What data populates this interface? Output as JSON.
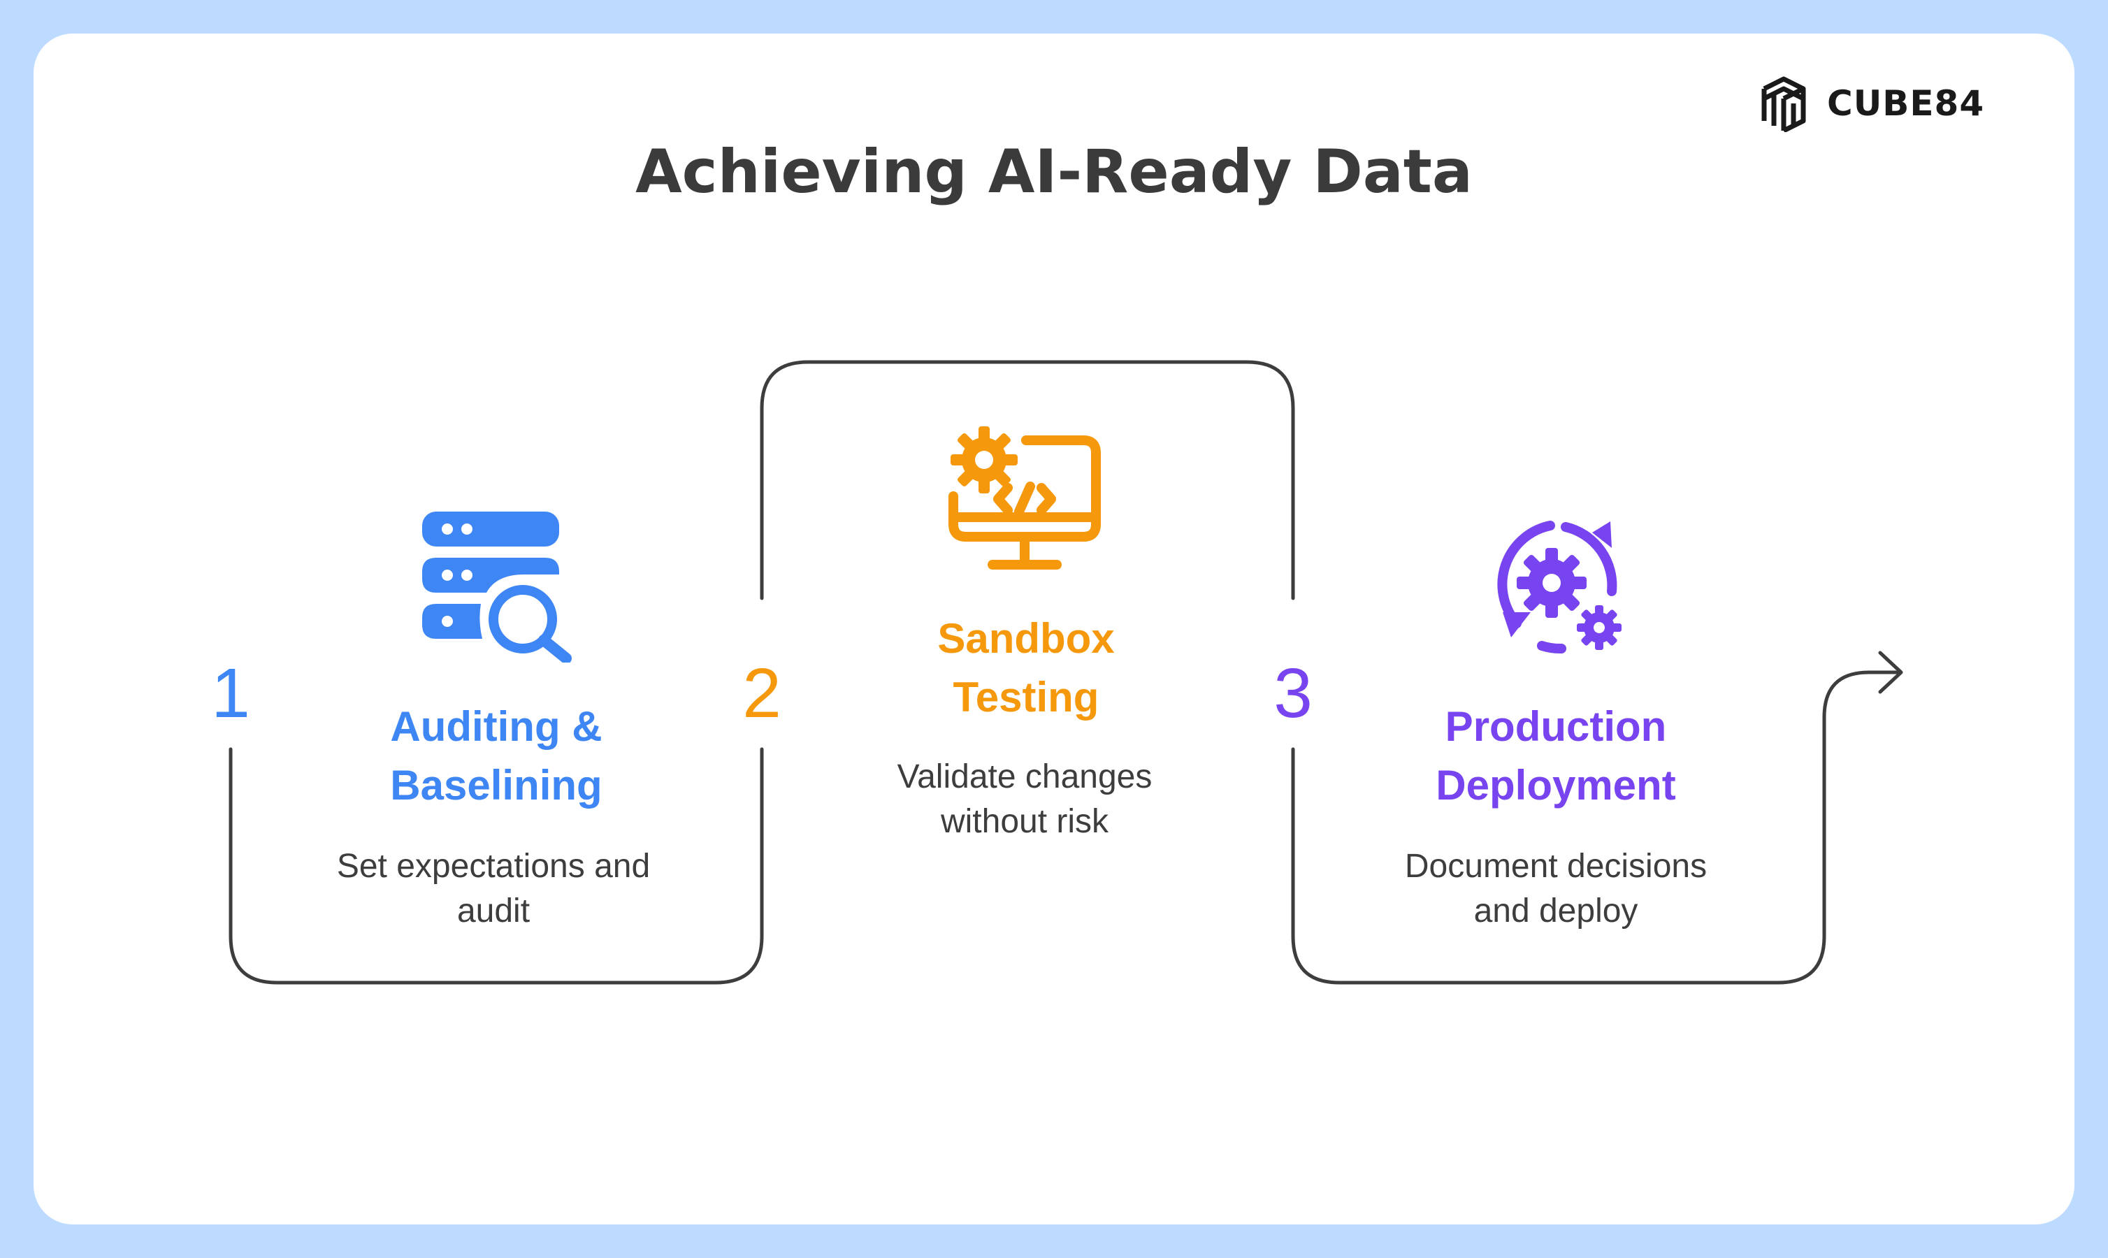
{
  "title": "Achieving AI-Ready Data",
  "logo": {
    "text": "CUBE84",
    "icon": "cube-lines-icon"
  },
  "colors": {
    "step1": "#3d86f4",
    "step2": "#f5980c",
    "step3": "#7744f0",
    "line": "#3d3d3d",
    "text": "#3d3d3d"
  },
  "steps": [
    {
      "number": "1",
      "title_line1": "Auditing &",
      "title_line2": "Baselining",
      "desc_line1": "Set expectations and",
      "desc_line2": "audit",
      "icon": "server-search-icon"
    },
    {
      "number": "2",
      "title_line1": "Sandbox",
      "title_line2": "Testing",
      "desc_line1": "Validate changes",
      "desc_line2": "without risk",
      "icon": "monitor-code-gear-icon"
    },
    {
      "number": "3",
      "title_line1": "Production",
      "title_line2": "Deployment",
      "desc_line1": "Document decisions",
      "desc_line2": "and deploy",
      "icon": "gears-cycle-icon"
    }
  ]
}
